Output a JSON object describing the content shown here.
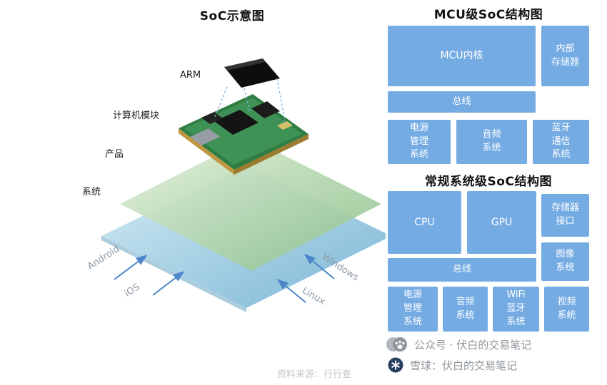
{
  "left": {
    "title": "SoC示意图",
    "labels": {
      "arm": "ARM",
      "module": "计算机模块",
      "product": "产品",
      "system": "系统"
    },
    "os": [
      "Android",
      "iOS",
      "Windows",
      "Linux"
    ]
  },
  "mcu": {
    "title": "MCU级SoC结构图",
    "core": "MCU内核",
    "memory": "内部\n存储器",
    "bus": "总线",
    "row": [
      "电源\n管理\n系统",
      "音频\n系统",
      "蓝牙\n通信\n系统"
    ]
  },
  "soc": {
    "title": "常规系统级SoC结构图",
    "cpu": "CPU",
    "gpu": "GPU",
    "mem_if": "存储器\n接口",
    "bus": "总线",
    "image": "图像\n系统",
    "row": [
      "电源\n管理\n系统",
      "音频\n系统",
      "WiFi\n蓝牙\n系统",
      "视频\n系统"
    ]
  },
  "footer": {
    "source": "资料来源：行行查",
    "wechat": "公众号 · 伏白的交易笔记",
    "xueqiu": "雪球：伏白的交易笔记"
  },
  "colors": {
    "block": "#74abe3",
    "arrow": "#4a86c8"
  }
}
